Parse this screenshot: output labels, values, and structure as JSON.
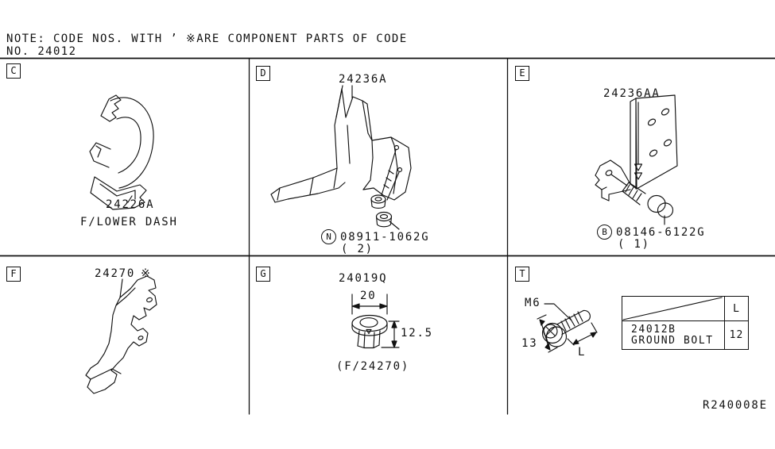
{
  "note": {
    "line1": "NOTE: CODE NOS. WITH ’ ※ARE COMPONENT PARTS OF CODE",
    "line2": "NO. 24012"
  },
  "drawing_ref": "R240008E",
  "panels": {
    "c": {
      "letter": "C",
      "part_number": "24226A",
      "location_caption": "F/LOWER DASH"
    },
    "d": {
      "letter": "D",
      "part_number": "24236A",
      "hardware": {
        "prefix": "N",
        "part_number": "08911-1062G",
        "quantity": "( 2)"
      }
    },
    "e": {
      "letter": "E",
      "part_number": "24236AA",
      "hardware": {
        "prefix": "B",
        "part_number": "08146-6122G",
        "quantity": "( 1)"
      }
    },
    "f": {
      "letter": "F",
      "part_number": "24270",
      "component_mark": "※"
    },
    "g": {
      "letter": "G",
      "part_number": "24019Q",
      "width_dim": "20",
      "height_dim": "12.5",
      "usage_caption": "(F/24270)"
    },
    "t": {
      "letter": "T",
      "thread_size": "M6",
      "head_dim": "13",
      "length_dim": "L",
      "table": {
        "length_header": "L",
        "part_number": "24012B",
        "part_name": "GROUND BOLT",
        "length_value": "12"
      }
    }
  }
}
